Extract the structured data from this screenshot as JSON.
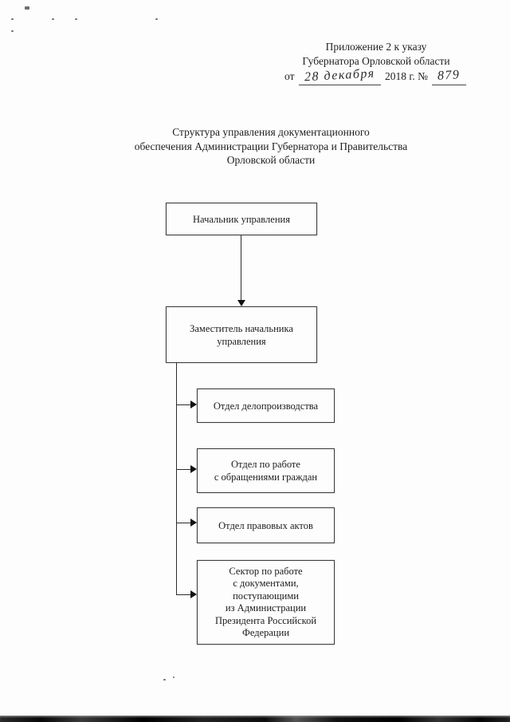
{
  "document": {
    "appendix": {
      "line1": "Приложение 2 к указу",
      "line2": "Губернатора Орловской области",
      "date_prefix": "от",
      "handwritten_date": "28 декабря",
      "date_suffix": "2018 г. №",
      "handwritten_number": "879"
    },
    "title": "Структура управления документационного\nобеспечения Администрации Губернатора и Правительства\nОрловской области"
  },
  "org_chart": {
    "type": "org-tree",
    "root": {
      "label": "Начальник управления"
    },
    "deputy": {
      "label": "Заместитель начальника\nуправления"
    },
    "units": [
      {
        "label": "Отдел делопроизводства"
      },
      {
        "label": "Отдел по работе\nс обращениями граждан"
      },
      {
        "label": "Отдел правовых актов"
      },
      {
        "label": "Сектор по работе\nс документами,\nпоступающими\nиз Администрации\nПрезидента Российской\nФедерации"
      }
    ]
  },
  "colors": {
    "paper": "#fdfdfd",
    "ink": "#1c1c1c",
    "box_border": "#3d3d3d"
  }
}
